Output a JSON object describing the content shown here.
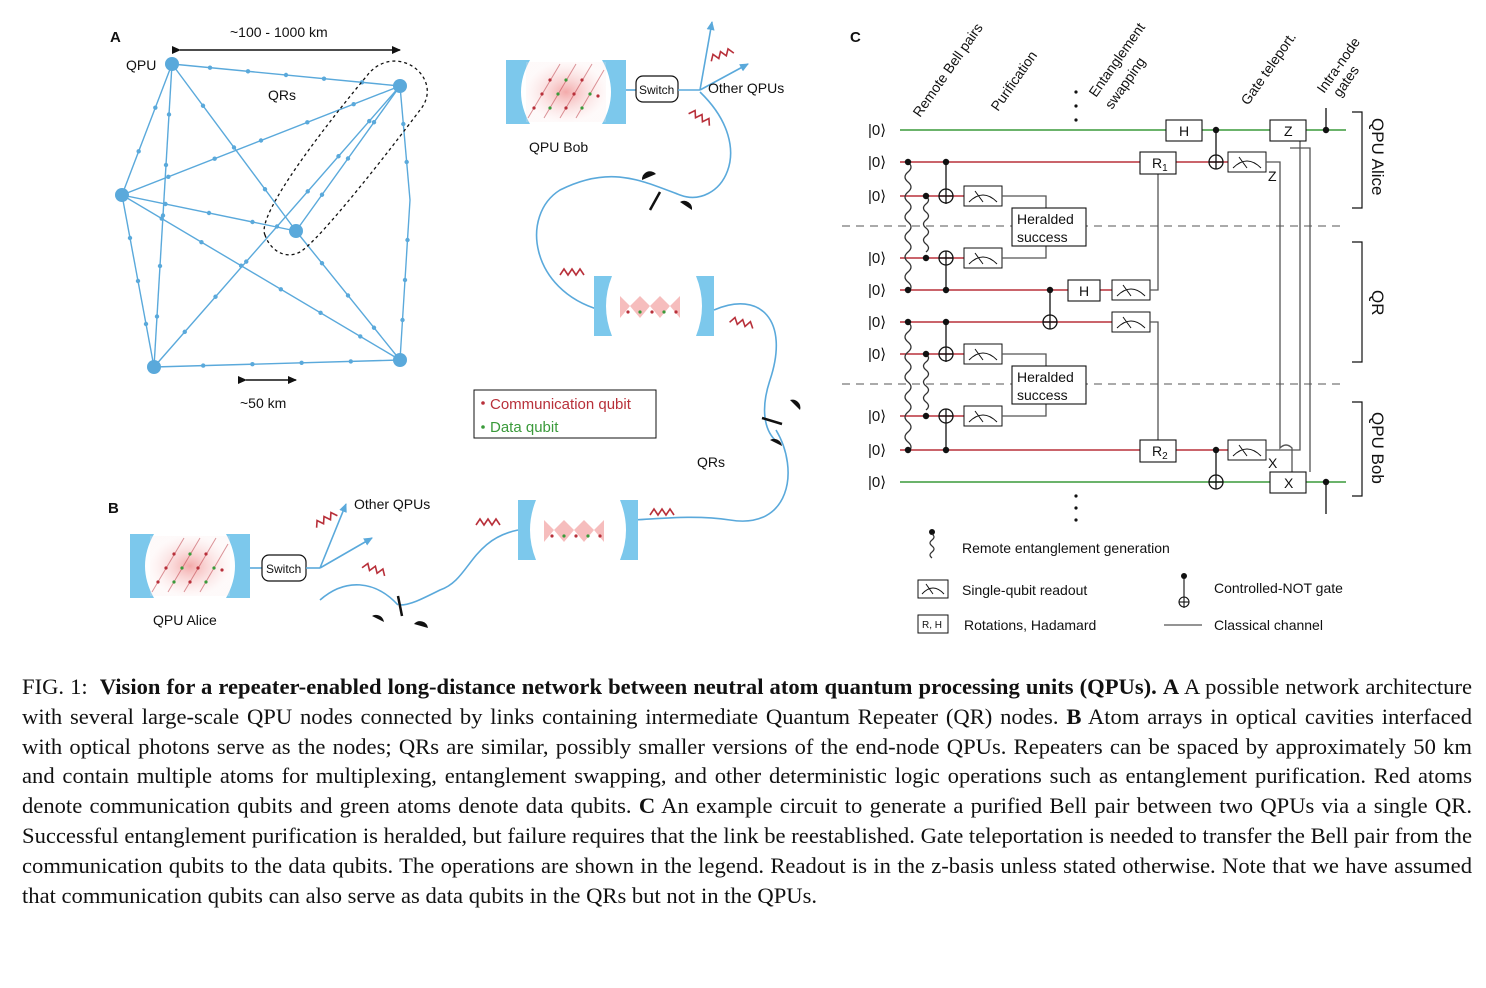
{
  "panelA": {
    "letter": "A",
    "scale_long": "~100 - 1000 km",
    "scale_short": "~50 km",
    "qpu_label": "QPU",
    "qr_label": "QRs"
  },
  "panelB": {
    "letter": "B",
    "qpu_bob": "QPU Bob",
    "qpu_alice": "QPU Alice",
    "switch": "Switch",
    "other_qpus": "Other QPUs",
    "qrs": "QRs",
    "legend_comm": "Communication qubit",
    "legend_data": "Data qubit"
  },
  "panelC": {
    "letter": "C",
    "stage_labels": [
      "Remote Bell pairs",
      "Purification",
      "Entanglement",
      "swapping",
      "Gate teleport.",
      "Intra-node",
      "gates"
    ],
    "ket": "|0⟩",
    "node_labels": [
      "QPU Alice",
      "QR",
      "QPU Bob"
    ],
    "gates": {
      "H": "H",
      "Z": "Z",
      "X": "X",
      "R1": "R",
      "R1sub": "1",
      "R2": "R",
      "R2sub": "2"
    },
    "heralded1": "Heralded",
    "heralded2": "success",
    "legend": {
      "remote": "Remote entanglement generation",
      "readout": "Single-qubit readout",
      "rotation_box": "R, H",
      "rotation": "Rotations, Hadamard",
      "cnot": "Controlled-NOT gate",
      "classical": "Classical channel"
    }
  },
  "caption": {
    "figlabel": "FIG. 1:",
    "bold_title": "Vision for a repeater-enabled long-distance network between neutral atom quantum processing units (QPUs).",
    "A_letter": "A",
    "A_text": "A possible network architecture with several large-scale QPU nodes connected by links containing intermediate Quantum Repeater (QR) nodes.",
    "B_letter": "B",
    "B_text": "Atom arrays in optical cavities interfaced with optical photons serve as the nodes; QRs are similar, possibly smaller versions of the end-node QPUs. Repeaters can be spaced by approximately 50 km and contain multiple atoms for multiplexing, entanglement swapping, and other deterministic logic operations such as entanglement purification. Red atoms denote communication qubits and green atoms denote data qubits.",
    "C_letter": "C",
    "C_text": "An example circuit to generate a purified Bell pair between two QPUs via a single QR. Successful entanglement purification is heralded, but failure requires that the link be reestablished. Gate teleportation is needed to transfer the Bell pair from the communication qubits to the data qubits. The operations are shown in the legend. Readout is in the z-basis unless stated otherwise. Note that we have assumed that communication qubits can also serve as data qubits in the QRs but not in the QPUs."
  },
  "colors": {
    "blue": "#5aa9db",
    "cavity": "#7cc8ec",
    "red": "#b8303a",
    "green": "#3a9a3a",
    "line": "#555555"
  }
}
